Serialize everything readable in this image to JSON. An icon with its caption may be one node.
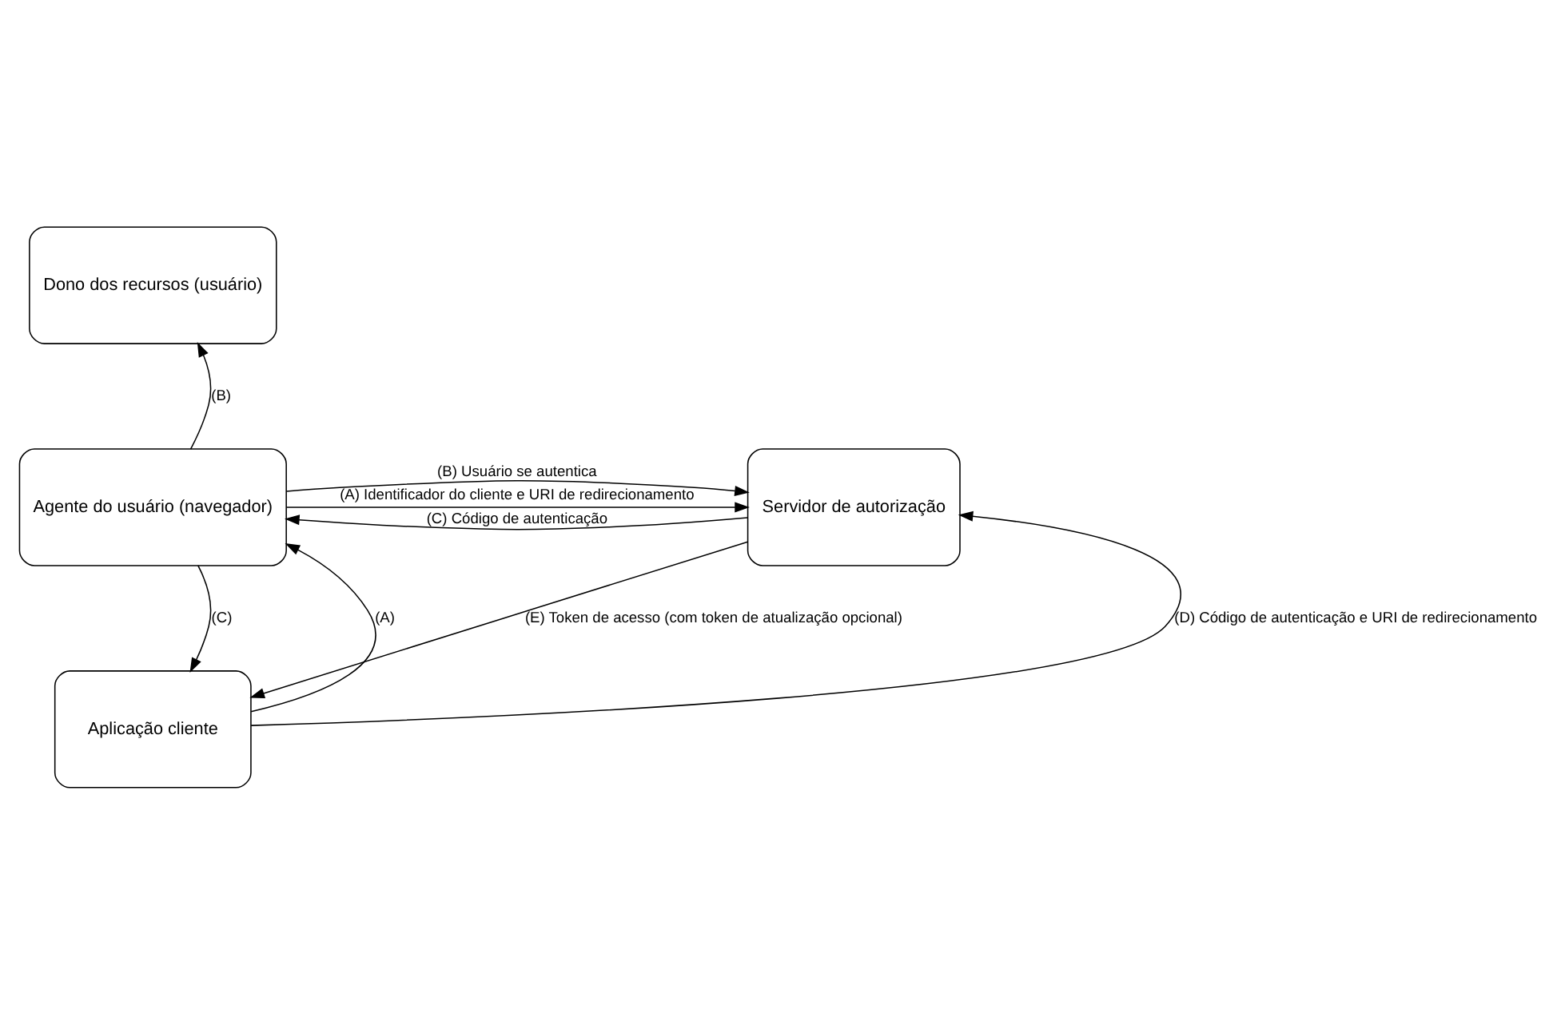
{
  "diagram": {
    "nodes": [
      {
        "text": [
          "Dono dos recursos (usuário)"
        ]
      },
      {
        "text": [
          "Agente do usuário (navegador)"
        ]
      },
      {
        "text": [
          "Servidor de autorização"
        ]
      },
      {
        "text": [
          "Aplicação cliente"
        ]
      }
    ],
    "edges": [
      {
        "from": 1,
        "to": 0,
        "arrow": "to",
        "label": "(B)"
      },
      {
        "from": 1,
        "to": 2,
        "arrow": "to",
        "label": "(A) Identificador do cliente e URI de redirecionamento"
      },
      {
        "from": 1,
        "to": 2,
        "arrow": "to",
        "label": "(B) Usuário se autentica"
      },
      {
        "from": 2,
        "to": 1,
        "arrow": "to",
        "label": "(C) Código de autenticação"
      },
      {
        "from": 3,
        "to": 1,
        "arrow": "to",
        "label": "(A)"
      },
      {
        "from": 1,
        "to": 3,
        "arrow": "to",
        "label": "(C)"
      },
      {
        "from": 3,
        "to": 2,
        "arrow": "to",
        "label": "(D) Código de autenticação e URI de redirecionamento"
      },
      {
        "from": 2,
        "to": 3,
        "arrow": "to",
        "label": "(E) Token de acesso (com token de atualização opcional)"
      }
    ]
  }
}
